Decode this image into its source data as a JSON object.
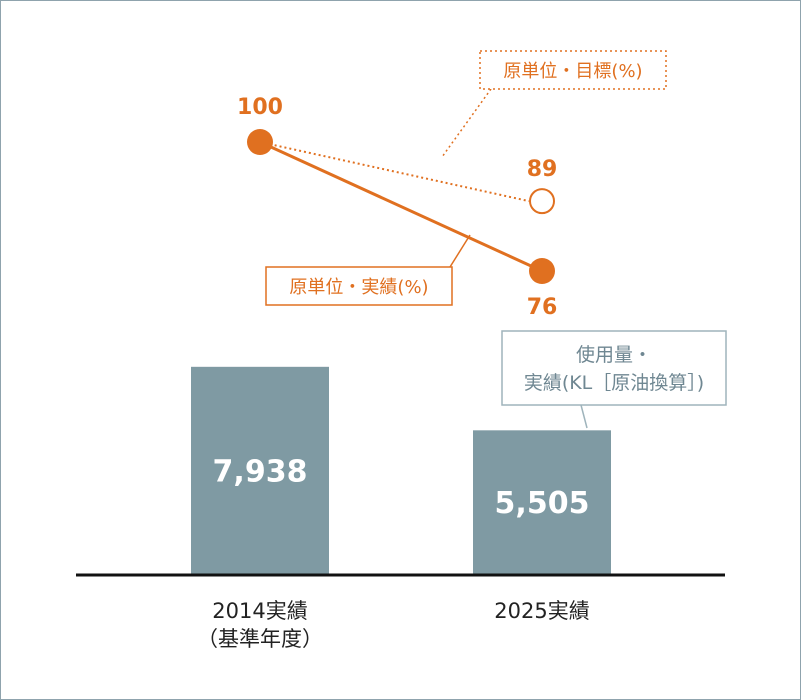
{
  "colors": {
    "bar": "#7f9aa3",
    "line": "#e07020",
    "axis": "#111111",
    "callout_border_gray": "#9fb4bc",
    "frame": "#8fa3ad"
  },
  "chart_data": {
    "type": "bar+line",
    "categories": [
      [
        "2014実績",
        "（基準年度）"
      ],
      [
        "2025実績"
      ]
    ],
    "bars": {
      "series_label": [
        "使用量・",
        "実績(KL［原油換算］)"
      ],
      "values": [
        7938,
        5505
      ],
      "value_labels": [
        "7,938",
        "5,505"
      ]
    },
    "lines": [
      {
        "name": "原単位・実績(%)",
        "style": "solid",
        "values": [
          100,
          76
        ],
        "value_labels": [
          "100",
          "76"
        ]
      },
      {
        "name": "原単位・目標(%)",
        "style": "dotted",
        "values": [
          100,
          89
        ],
        "value_labels": [
          "",
          "89"
        ]
      }
    ]
  }
}
